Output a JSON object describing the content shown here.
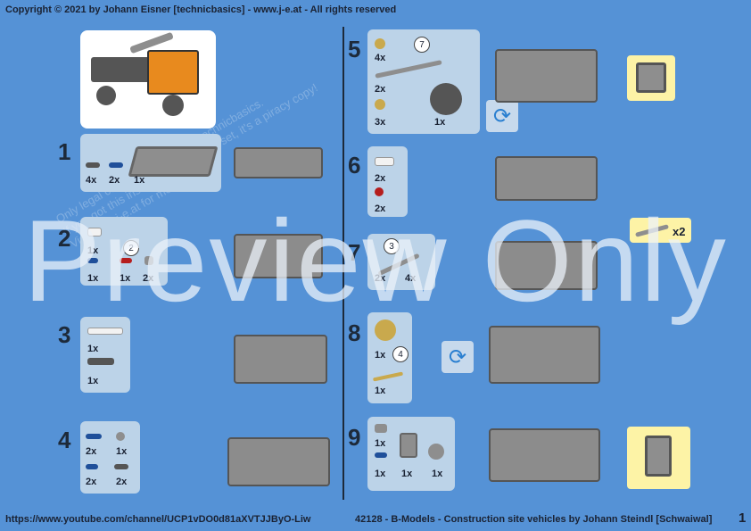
{
  "header": {
    "copyright": "Copyright © 2021 by Johann Eisner [technicbasics] - www.j-e.at - All rights reserved"
  },
  "footer": {
    "url": "https://www.youtube.com/channel/UCP1vDO0d81aXVTJJByO-Liw",
    "title": "42128 - B-Models - Construction site vehicles by Johann Steindl [Schwaiwal]",
    "page": "1"
  },
  "watermark": {
    "line1": "If you got this instruction not with a set, it's a piracy copy!",
    "line2": "Only legal copy if purchased by technicbasics.",
    "line3": "Visit www.j-e.at for more details.",
    "preview": "Preview Only"
  },
  "steps": [
    {
      "n": "1",
      "counts": [
        "4x",
        "2x",
        "1x"
      ]
    },
    {
      "n": "2",
      "counts": [
        "1x",
        "1x",
        "1x",
        "2x"
      ],
      "circle": "2"
    },
    {
      "n": "3",
      "counts": [
        "1x",
        "1x"
      ]
    },
    {
      "n": "4",
      "counts": [
        "2x",
        "1x",
        "2x",
        "2x"
      ]
    },
    {
      "n": "5",
      "counts": [
        "4x",
        "2x",
        "3x",
        "1x"
      ],
      "circle": "7"
    },
    {
      "n": "6",
      "counts": [
        "2x",
        "2x"
      ]
    },
    {
      "n": "7",
      "counts": [
        "2x",
        "4x"
      ],
      "circle": "3"
    },
    {
      "n": "8",
      "counts": [
        "1x",
        "1x"
      ],
      "circle": "4"
    },
    {
      "n": "9",
      "counts": [
        "1x",
        "1x",
        "1x",
        "1x"
      ]
    }
  ],
  "callout_multiplier": "x2",
  "colors": {
    "background": "#5592d6",
    "panel": "#bcd3e8",
    "callout": "#fdf3a6"
  }
}
